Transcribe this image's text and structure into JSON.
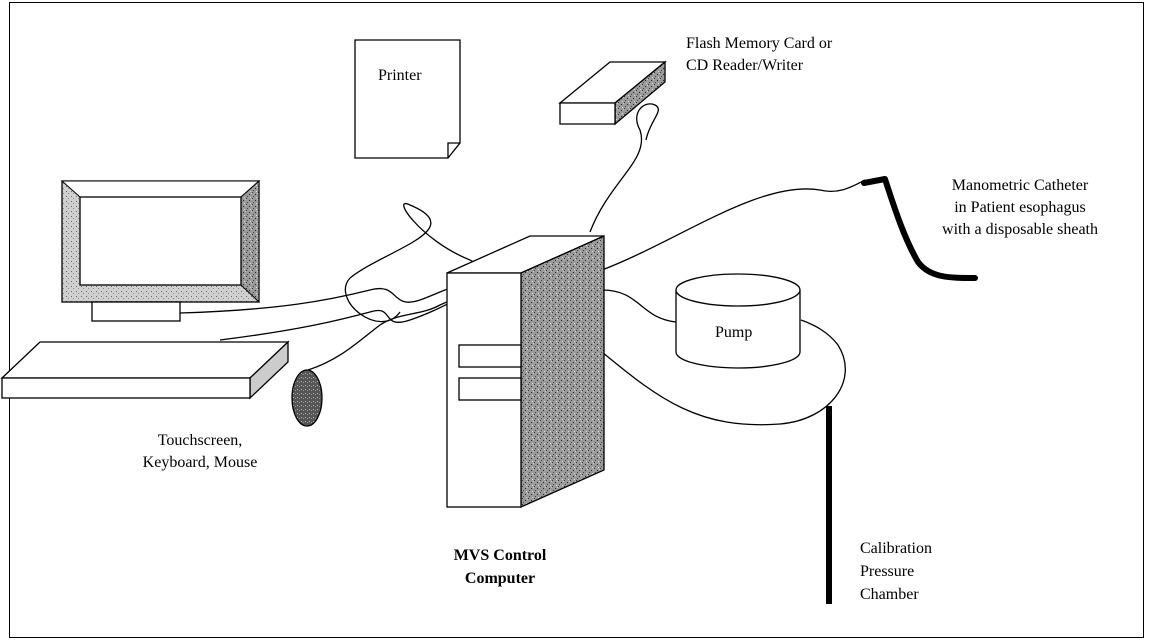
{
  "labels": {
    "printer": "Printer",
    "flash_line1": "Flash Memory Card or",
    "flash_line2": "CD Reader/Writer",
    "catheter_line1": "Manometric Catheter",
    "catheter_line2": "in Patient esophagus",
    "catheter_line3": "with a disposable sheath",
    "pump": "Pump",
    "input_line1": "Touchscreen,",
    "input_line2": "Keyboard, Mouse",
    "computer_line1": "MVS Control",
    "computer_line2": "Computer",
    "calibration_line1": "Calibration",
    "calibration_line2": "Pressure",
    "calibration_line3": "Chamber"
  }
}
